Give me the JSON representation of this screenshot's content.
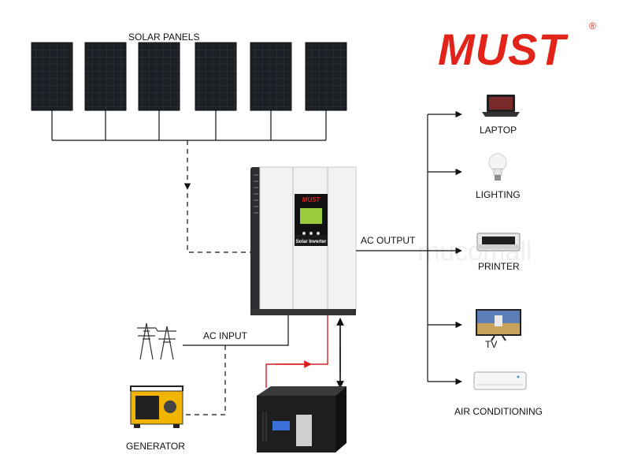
{
  "brand": {
    "name": "MUST",
    "registered": "®",
    "color": "#e2231a"
  },
  "watermark": "mucomall",
  "labels": {
    "solar_panels": "SOLAR PANELS",
    "ac_output": "AC OUTPUT",
    "ac_input": "AC INPUT",
    "generator": "GENERATOR"
  },
  "inverter": {
    "brand": "MUST",
    "model_label": "Solar Inverter"
  },
  "loads": [
    {
      "name": "LAPTOP",
      "icon": "laptop-icon"
    },
    {
      "name": "LIGHTING",
      "icon": "light-bulb-icon"
    },
    {
      "name": "PRINTER",
      "icon": "printer-icon"
    },
    {
      "name": "TV",
      "icon": "tv-icon"
    },
    {
      "name": "AIR CONDITIONING",
      "icon": "air-conditioner-icon"
    }
  ],
  "icons": {
    "grid": "power-tower-icon",
    "generator": "generator-icon",
    "battery": "battery-icon",
    "panel": "solar-panel-icon"
  },
  "colors": {
    "battery_link": "#d62020",
    "lines": "#111111"
  }
}
